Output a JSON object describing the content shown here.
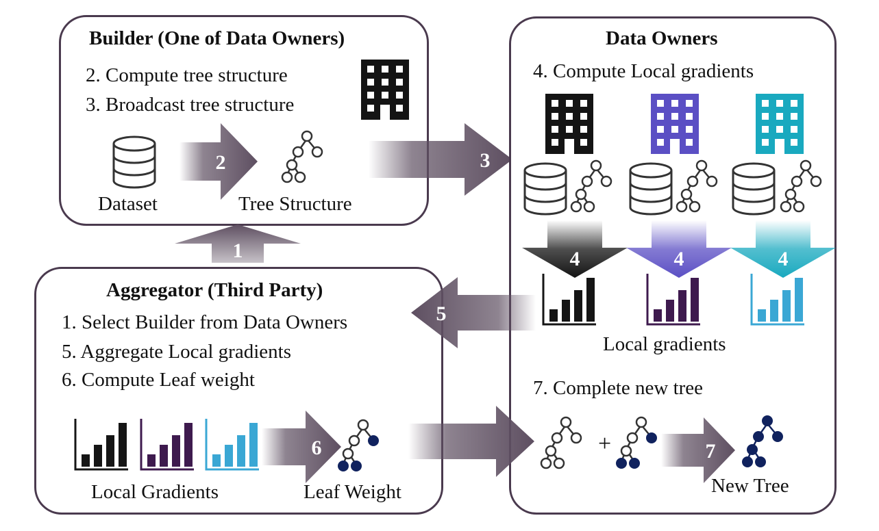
{
  "builder": {
    "title": "Builder (One of Data Owners)",
    "steps": [
      "2.  Compute tree structure",
      "3.  Broadcast tree structure"
    ],
    "labels": {
      "dataset": "Dataset",
      "tree_structure": "Tree Structure"
    }
  },
  "data_owners": {
    "title": "Data Owners",
    "step4": "4.  Compute Local gradients",
    "local_gradients_label": "Local gradients",
    "step7": "7.  Complete new tree",
    "plus": "+",
    "new_tree_label": "New Tree",
    "owner_colors": [
      "#141414",
      "#5b4fc4",
      "#19a9bf"
    ],
    "gradient_colors": [
      "#151515",
      "#3e1a4e",
      "#3aa7d4"
    ]
  },
  "aggregator": {
    "title": "Aggregator (Third Party)",
    "steps": [
      "1.  Select Builder from Data Owners",
      "5.  Aggregate Local gradients",
      "6.  Compute Leaf weight"
    ],
    "labels": {
      "local_gradients": "Local Gradients",
      "leaf_weight": "Leaf Weight"
    }
  },
  "arrows": {
    "a1": "1",
    "a2": "2",
    "a3": "3",
    "a4": "4",
    "a5": "5",
    "a6": "6",
    "a7": "7"
  },
  "colors": {
    "arrow": "#5e4f61",
    "box_border": "#4a3a4e",
    "leaf_node": "#10225e"
  }
}
